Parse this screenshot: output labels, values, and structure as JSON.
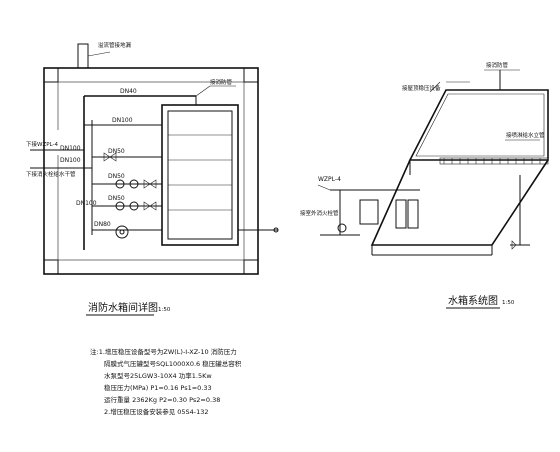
{
  "left_view": {
    "title": "消防水箱间详图",
    "title_scale": "1:50",
    "labels": {
      "overflow_pipe": "溢流管接地漏",
      "top_pipe": "接消防管",
      "make_up": "下接WZPL-4",
      "left_side": "下接消火栓给水干管",
      "dn40": "DN40",
      "dn100_a": "DN100",
      "dn100_b": "DN100",
      "dn100_c": "DN100",
      "dn50_a": "DN50",
      "dn50_b": "DN50",
      "dn50_c": "DN50",
      "dn100_d": "DN100",
      "dn80": "DN80"
    }
  },
  "right_view": {
    "title": "水箱系统图",
    "title_scale": "1:50",
    "labels": {
      "top_a": "接屋顶稳压设备",
      "top_b": "接消防管",
      "right_side": "接喷淋给水立管",
      "left_a": "WZPL-4",
      "left_b": "接室外消火栓管"
    }
  },
  "notes": {
    "line1": "注:1.增压稳压设备型号为ZW(L)-I-XZ-10 消防压力",
    "line2": "隔膜式气压罐型号SQL1000X0.6  稳压罐总容积",
    "line3": "水泵型号25LGW3-10X4  功率1.5Kw",
    "line4": "稳压压力(MPa)          P1=0.16   Ps1=0.33",
    "line5": "运行重量 2362Kg        P2=0.30   Ps2=0.38",
    "line6": "2.增压稳压设备安装参见 05S4-132"
  }
}
